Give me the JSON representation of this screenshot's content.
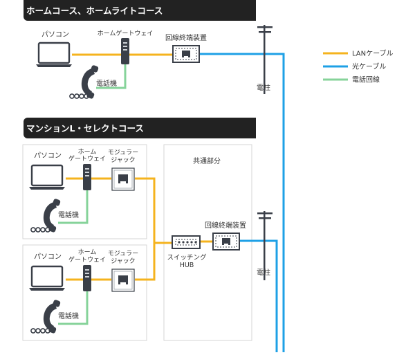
{
  "sections": {
    "home": {
      "title": "ホームコース、ホームライトコース"
    },
    "mansion": {
      "title": "マンションL・セレクトコース"
    }
  },
  "legend": [
    {
      "label": "LANケーブル",
      "color": "#f5b31e"
    },
    {
      "label": "光ケーブル",
      "color": "#1ea0e6"
    },
    {
      "label": "電話回線",
      "color": "#86d39a"
    }
  ],
  "colors": {
    "lan": "#f5b31e",
    "optical": "#1ea0e6",
    "phone": "#86d39a",
    "banner": "#222222",
    "device": "#3a3f48"
  },
  "home": {
    "pc": "パソコン",
    "gateway": "ホームゲートウェイ",
    "ont": "回線終端装置",
    "phone": "電話機",
    "pole": "電柱"
  },
  "mansion": {
    "unit1": {
      "pc": "パソコン",
      "gateway_l1": "ホーム",
      "gateway_l2": "ゲートウェイ",
      "jack_l1": "モジュラー",
      "jack_l2": "ジャック",
      "phone": "電話機"
    },
    "unit2": {
      "pc": "パソコン",
      "gateway_l1": "ホーム",
      "gateway_l2": "ゲートウェイ",
      "jack_l1": "モジュラー",
      "jack_l2": "ジャック",
      "phone": "電話機"
    },
    "common": {
      "title": "共通部分",
      "switch_l1": "スイッチング",
      "switch_l2": "HUB",
      "ont": "回線終端装置"
    },
    "pole": "電柱"
  }
}
